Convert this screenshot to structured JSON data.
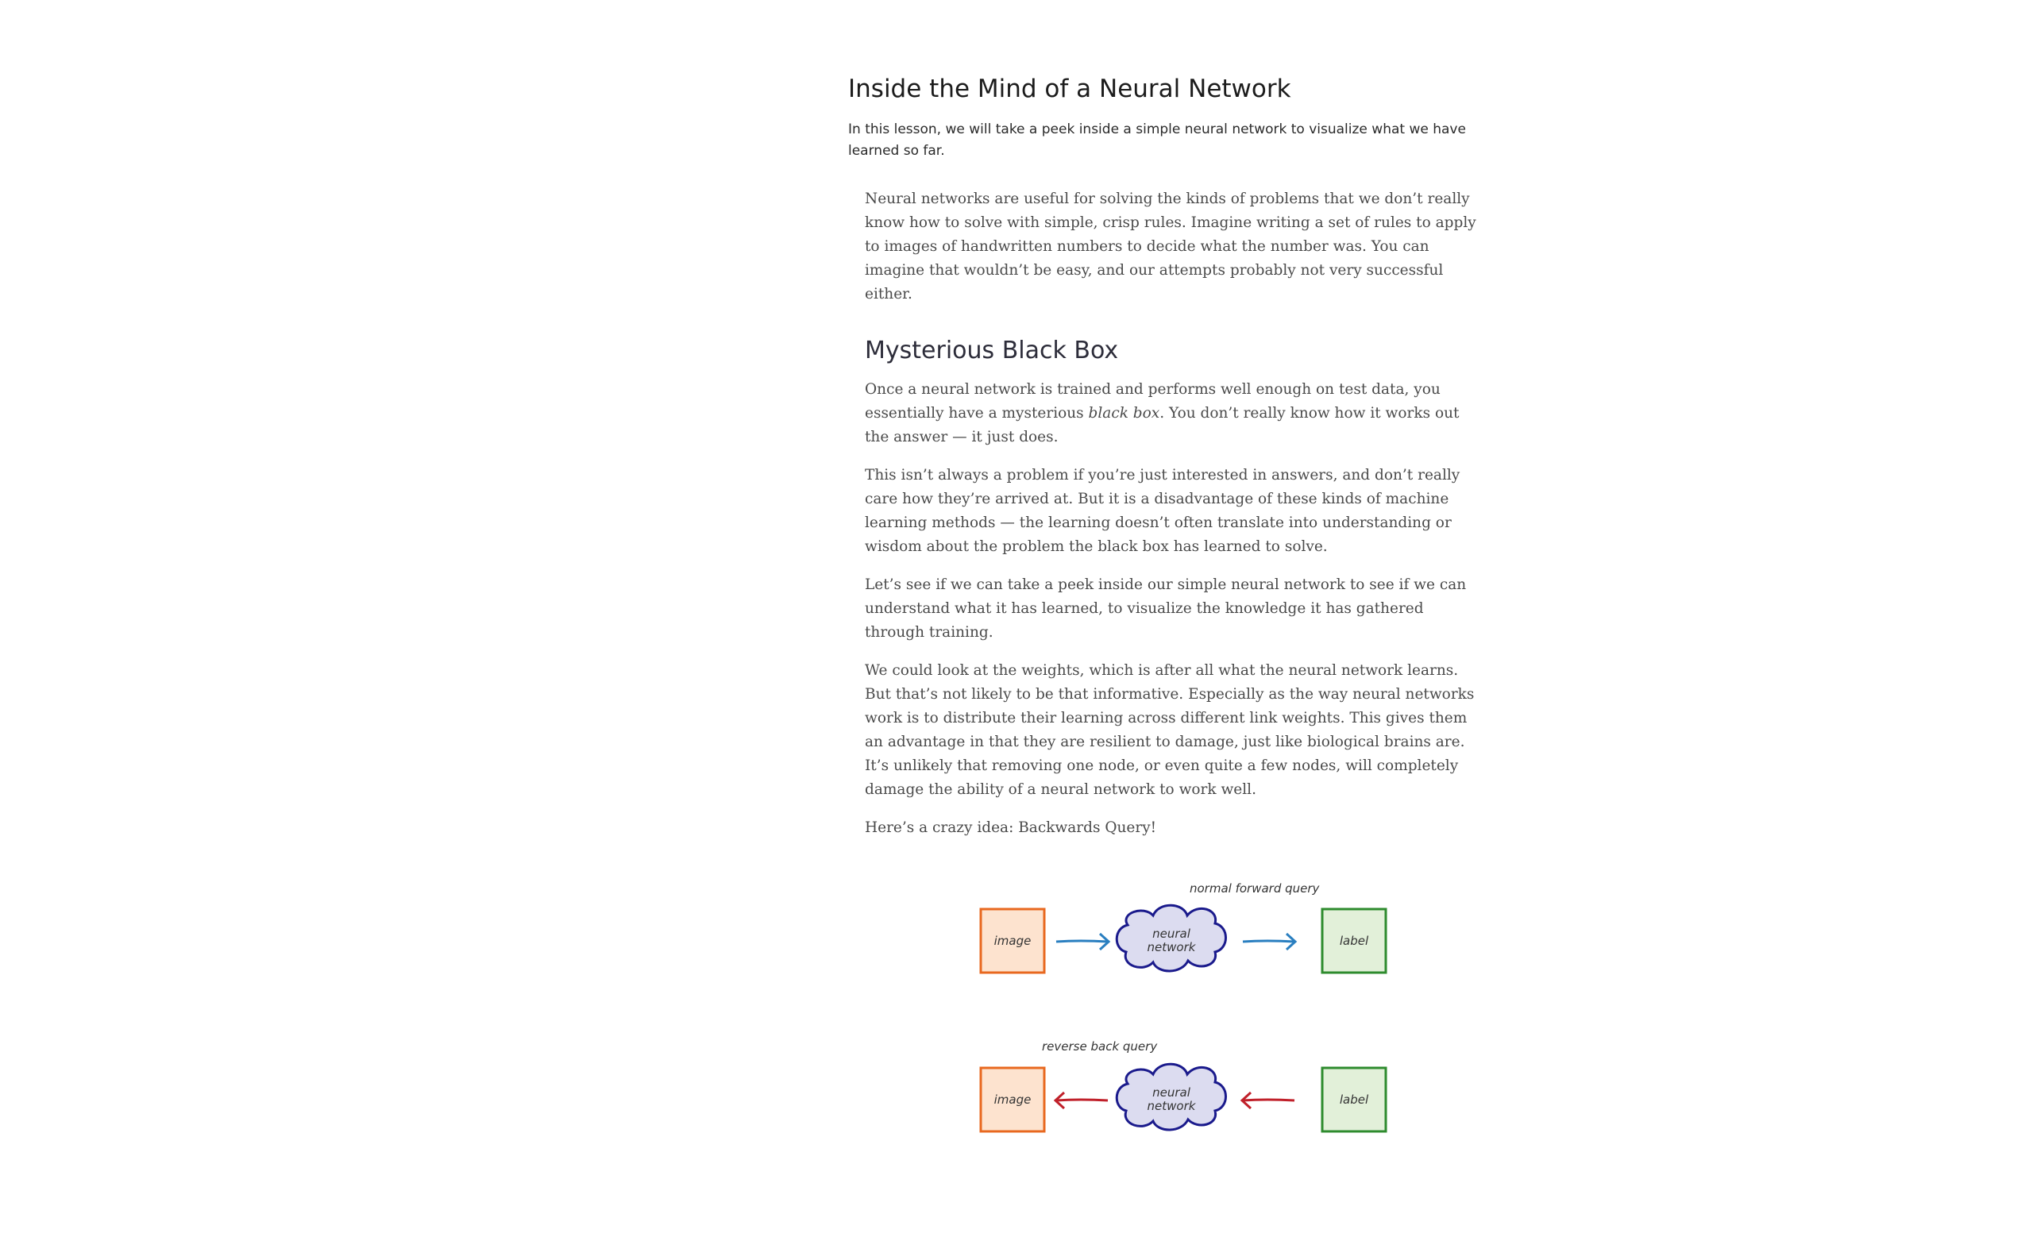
{
  "lesson": {
    "title": "Inside the Mind of a Neural Network",
    "summary": "In this lesson, we will take a peek inside a simple neural network to visualize what we have learned so far."
  },
  "article": {
    "intro": "Neural networks are useful for solving the kinds of problems that we don’t really know how to solve with simple, crisp rules. Imagine writing a set of rules to apply to images of handwritten numbers to decide what the number was. You can imagine that wouldn’t be easy, and our attempts probably not very successful either.",
    "section_heading": "Mysterious Black Box",
    "p1_before": "Once a neural network is trained and performs well enough on test data, you essentially have a mysterious ",
    "p1_em": "black box",
    "p1_after": ". You don’t really know how it works out the answer — it just does.",
    "p2": "This isn’t always a problem if you’re just interested in answers, and don’t really care how they’re arrived at. But it is a disadvantage of these kinds of machine learning methods — the learning doesn’t often translate into understanding or wisdom about the problem the black box has learned to solve.",
    "p3": "Let’s see if we can take a peek inside our simple neural network to see if we can understand what it has learned, to visualize the knowledge it has gathered through training.",
    "p4": "We could look at the weights, which is after all what the neural network learns. But that’s not likely to be that informative. Especially as the way neural networks work is to distribute their learning across different link weights. This gives them an advantage in that they are resilient to damage, just like biological brains are. It’s unlikely that removing one node, or even quite a few nodes, will completely damage the ability of a neural network to work well.",
    "p5": "Here’s a crazy idea: Backwards Query!"
  },
  "diagram": {
    "forward_caption": "normal forward query",
    "reverse_caption": "reverse back query",
    "image_label": "image",
    "network_label_line1": "neural",
    "network_label_line2": "network",
    "label_label": "label",
    "colors": {
      "image_fill": "#fde3cf",
      "image_stroke": "#e8681f",
      "label_fill": "#e2f0d9",
      "label_stroke": "#2e8b2e",
      "cloud_fill": "#dcdcf0",
      "cloud_stroke": "#1a1a8c",
      "forward_arrow": "#2a7fc0",
      "reverse_arrow": "#c0202a"
    }
  }
}
